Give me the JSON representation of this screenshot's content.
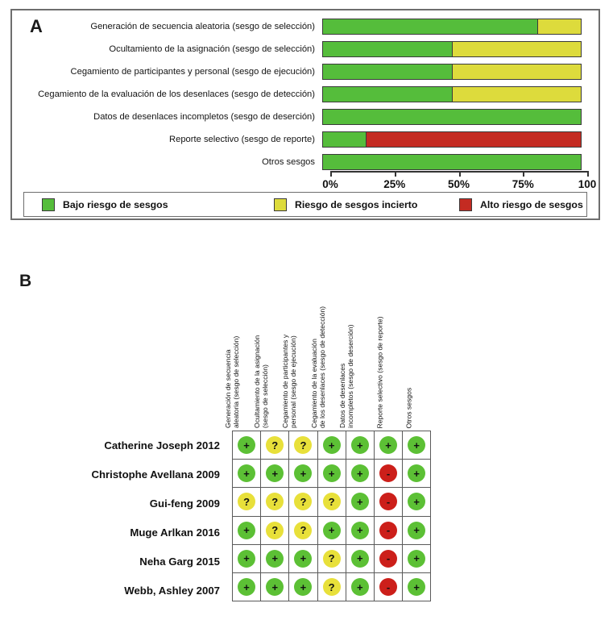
{
  "figure": {
    "panel_a_letter": "A",
    "panel_b_letter": "B"
  },
  "chart_data": [
    {
      "type": "bar",
      "title": "",
      "orientation": "horizontal",
      "stacked": true,
      "panel": "A",
      "xlabel": "",
      "ylabel": "",
      "xlim": [
        0,
        100
      ],
      "grid": false,
      "legend_position": "bottom",
      "axis_ticks": [
        "0%",
        "25%",
        "50%",
        "75%",
        "100"
      ],
      "axis_tick_values": [
        0,
        25,
        50,
        75,
        100
      ],
      "categories": [
        "Generación de secuencia aleatoria (sesgo de selección)",
        "Ocultamiento de la asignación (sesgo de selección)",
        "Cegamiento de participantes y personal (sesgo de ejecución)",
        "Cegamiento de la evaluación de los desenlaces (sesgo de detección)",
        "Datos de desenlaces incompletos (sesgo de deserción)",
        "Reporte selectivo (sesgo de reporte)",
        "Otros sesgos"
      ],
      "series": [
        {
          "name": "Bajo riesgo de sesgos",
          "color": "#55bd3b",
          "values": [
            83.3,
            50,
            50,
            50,
            100,
            16.7,
            100
          ]
        },
        {
          "name": "Riesgo de sesgos incierto",
          "color": "#dddb3c",
          "values": [
            16.7,
            50,
            50,
            50,
            0,
            0,
            0
          ]
        },
        {
          "name": "Alto riesgo de sesgos",
          "color": "#c42b22",
          "values": [
            0,
            0,
            0,
            0,
            0,
            83.3,
            0
          ]
        }
      ],
      "legend": [
        {
          "label": "Bajo riesgo de sesgos",
          "color": "#55bd3b"
        },
        {
          "label": "Riesgo de sesgos incierto",
          "color": "#dddb3c"
        },
        {
          "label": "Alto riesgo de sesgos",
          "color": "#c42b22"
        }
      ]
    },
    {
      "type": "heatmap",
      "panel": "B",
      "title": "",
      "xlabel": "",
      "ylabel": "",
      "grid": true,
      "legend_position": "none",
      "columns": [
        {
          "line1": "Generación de secuencia",
          "line2": "aleatoria (sesgo de selección)"
        },
        {
          "line1": "Ocultamiento de la asignación",
          "line2": "(sesgo de selección)"
        },
        {
          "line1": "Cegamiento de participantes y",
          "line2": "personal (sesgo de ejecución)"
        },
        {
          "line1": "Cegamiento de la evaluación",
          "line2": "de los desenlaces (sesgo de detección)"
        },
        {
          "line1": "Datos de desenlaces",
          "line2": "incompletos (sesgo de deserción)"
        },
        {
          "line1": "Reporte selectivo (sesgo de reporte)",
          "line2": ""
        },
        {
          "line1": "Otros sesgos",
          "line2": ""
        }
      ],
      "rows": [
        {
          "study": "Catherine Joseph 2012",
          "values": [
            "+",
            "?",
            "?",
            "+",
            "+",
            "+",
            "+"
          ]
        },
        {
          "study": "Christophe Avellana 2009",
          "values": [
            "+",
            "+",
            "+",
            "+",
            "+",
            "-",
            "+"
          ]
        },
        {
          "study": "Gui-feng 2009",
          "values": [
            "?",
            "?",
            "?",
            "?",
            "+",
            "-",
            "+"
          ]
        },
        {
          "study": "Muge Arlkan 2016",
          "values": [
            "+",
            "?",
            "?",
            "+",
            "+",
            "-",
            "+"
          ]
        },
        {
          "study": "Neha Garg 2015",
          "values": [
            "+",
            "+",
            "+",
            "?",
            "+",
            "-",
            "+"
          ]
        },
        {
          "study": "Webb, Ashley 2007",
          "values": [
            "+",
            "+",
            "+",
            "?",
            "+",
            "-",
            "+"
          ]
        }
      ],
      "symbol_colors": {
        "+": "#5cc035",
        "?": "#e8e03a",
        "-": "#cc1f1a"
      }
    }
  ]
}
